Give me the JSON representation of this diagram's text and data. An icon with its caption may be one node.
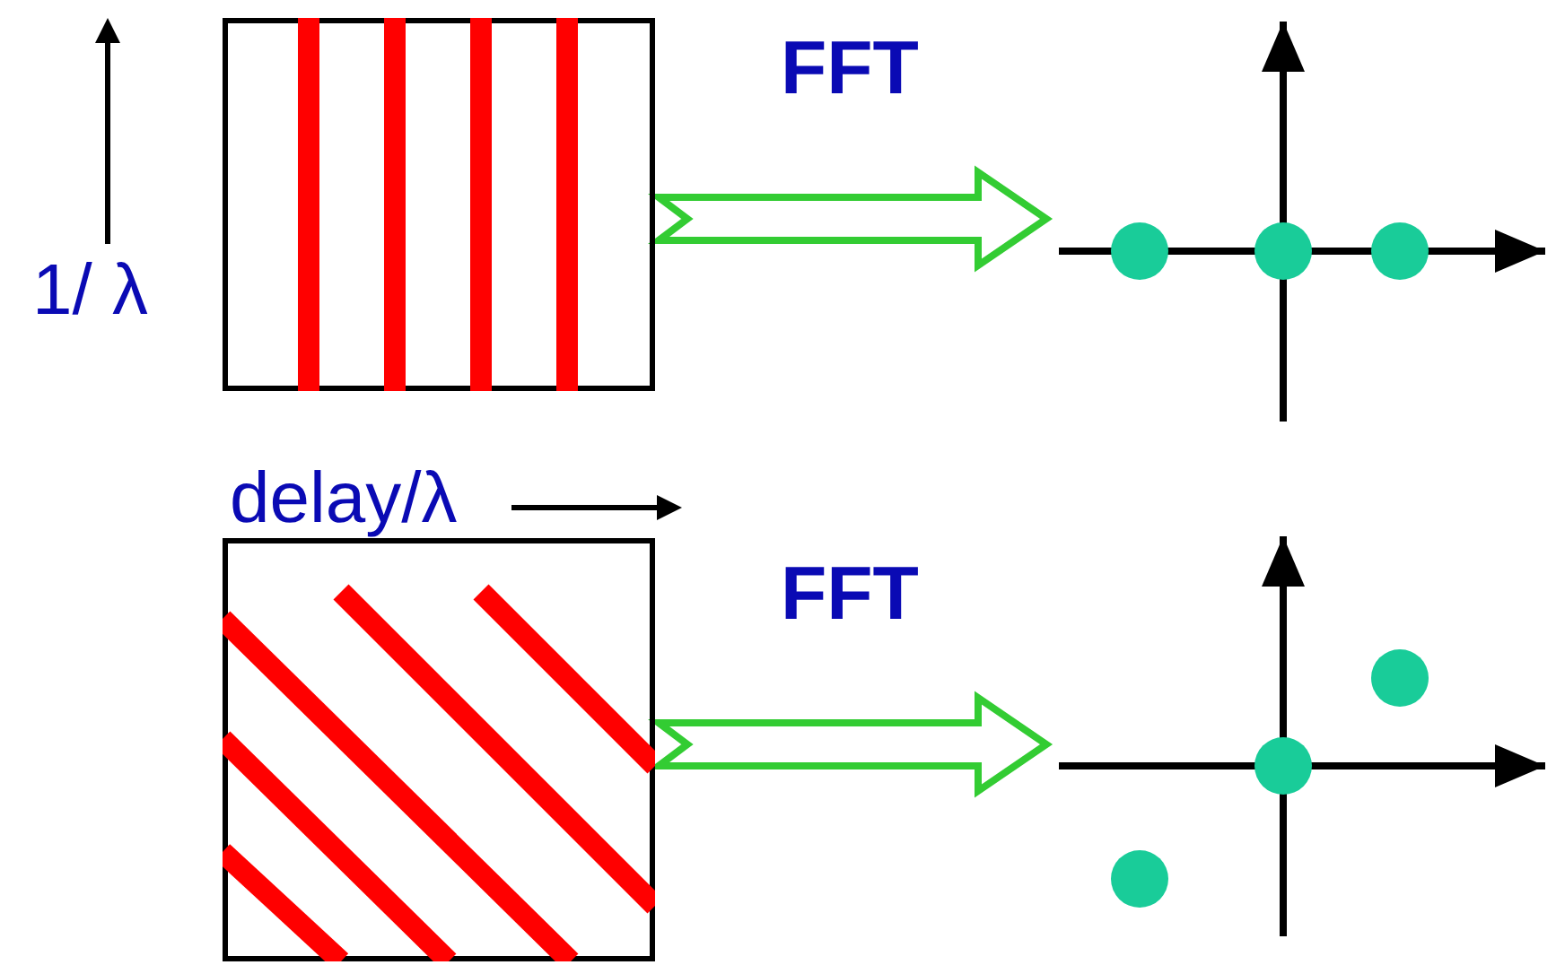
{
  "diagram": {
    "nodes": [
      {
        "text": [],
        "shape": "box"
      },
      {
        "text": [],
        "shape": "plot"
      },
      {
        "text": [],
        "shape": "box"
      },
      {
        "text": [],
        "shape": "plot"
      }
    ],
    "edges": [
      {
        "from": 0,
        "to": 1,
        "arrow": "to",
        "label": "FFT"
      },
      {
        "from": 2,
        "to": 3,
        "arrow": "to",
        "label": "FFT"
      }
    ],
    "labels": [
      "1/ λ",
      "delay/λ"
    ]
  }
}
